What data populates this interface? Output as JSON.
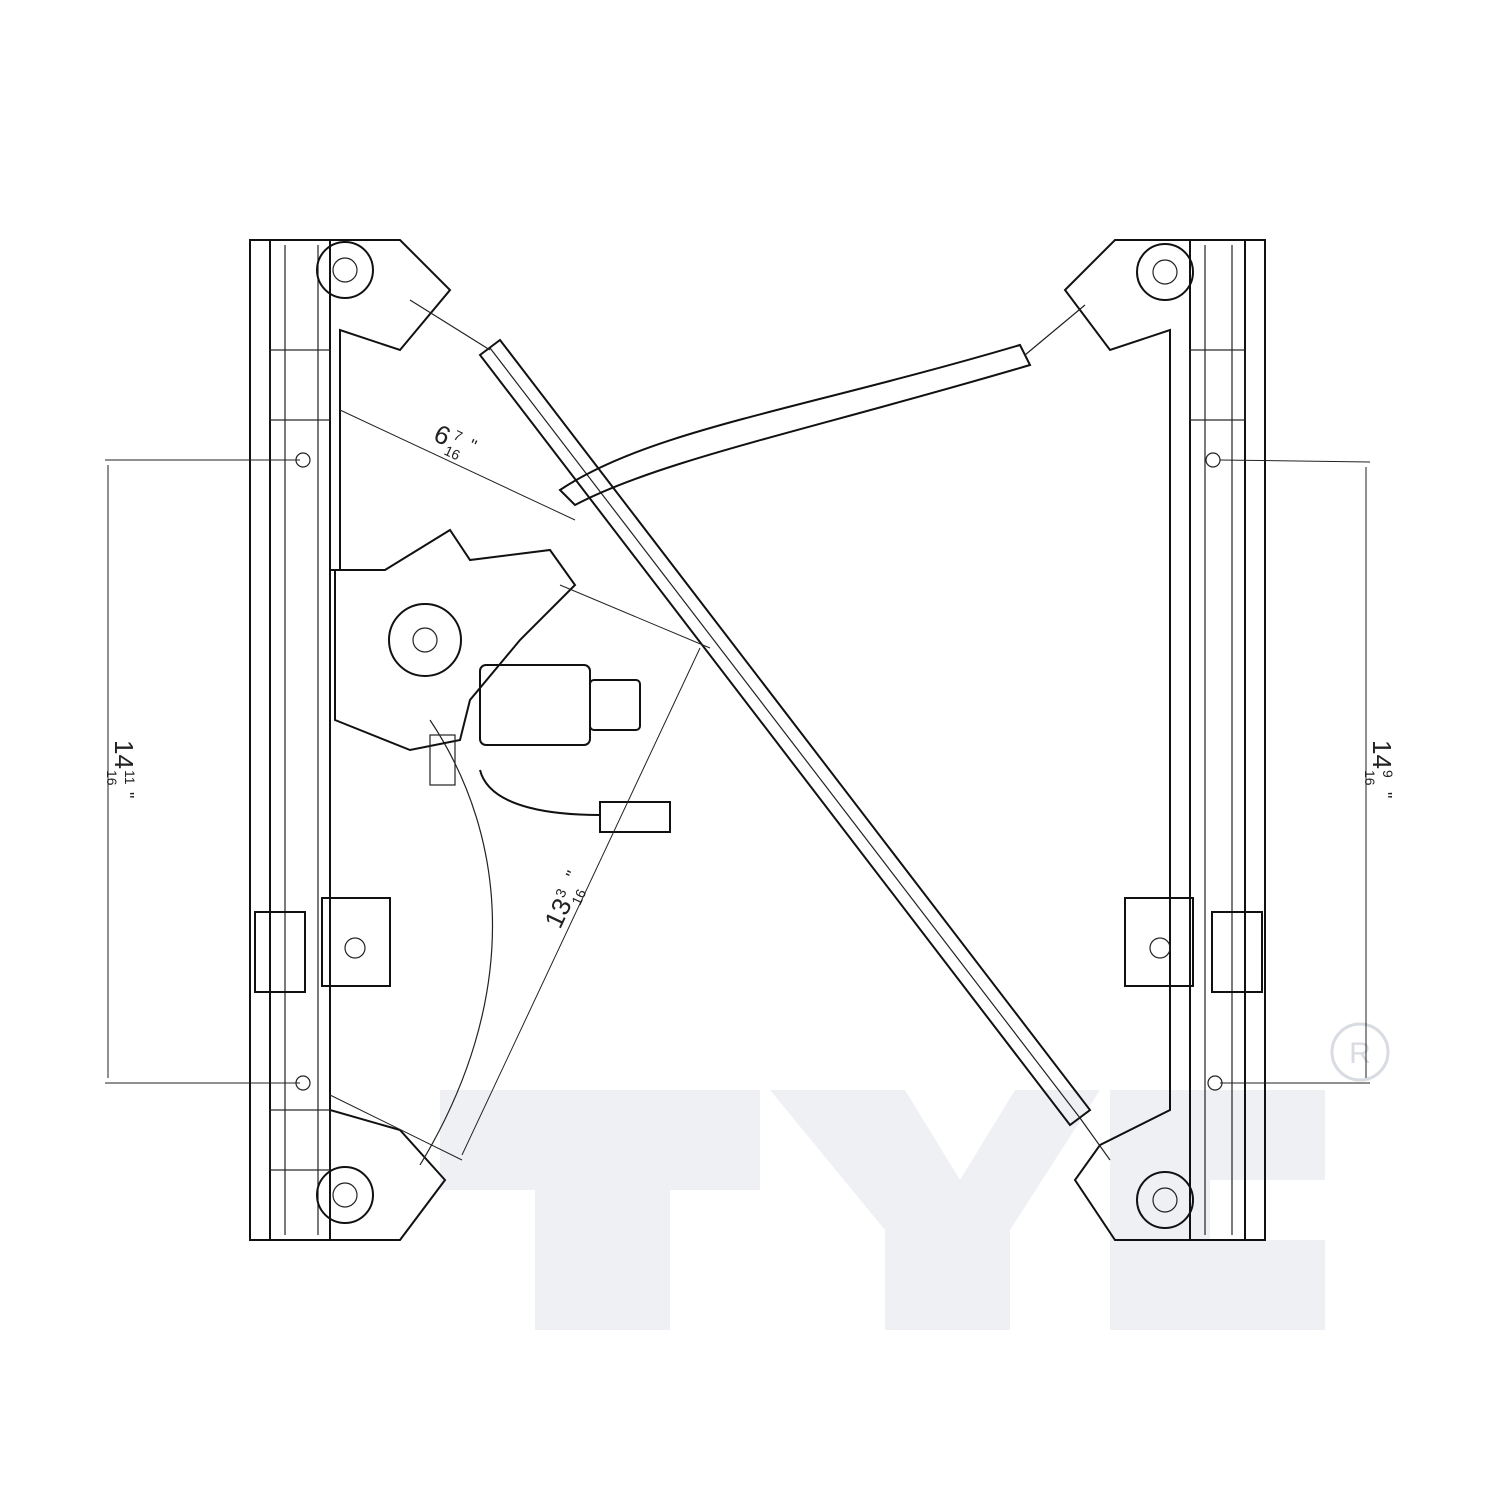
{
  "watermark": {
    "text": "TYC",
    "registered_mark": "R",
    "color": "#eef0f4"
  },
  "dimensions": {
    "top_diagonal": {
      "whole": "6",
      "num": "7",
      "den": "16",
      "unit": "\""
    },
    "left_vertical": {
      "whole": "14",
      "num": "11",
      "den": "16",
      "unit": "\""
    },
    "lower_diagonal": {
      "whole": "13",
      "num": "3",
      "den": "16",
      "unit": "\""
    },
    "right_vertical": {
      "whole": "14",
      "num": "9",
      "den": "16",
      "unit": "\""
    }
  }
}
